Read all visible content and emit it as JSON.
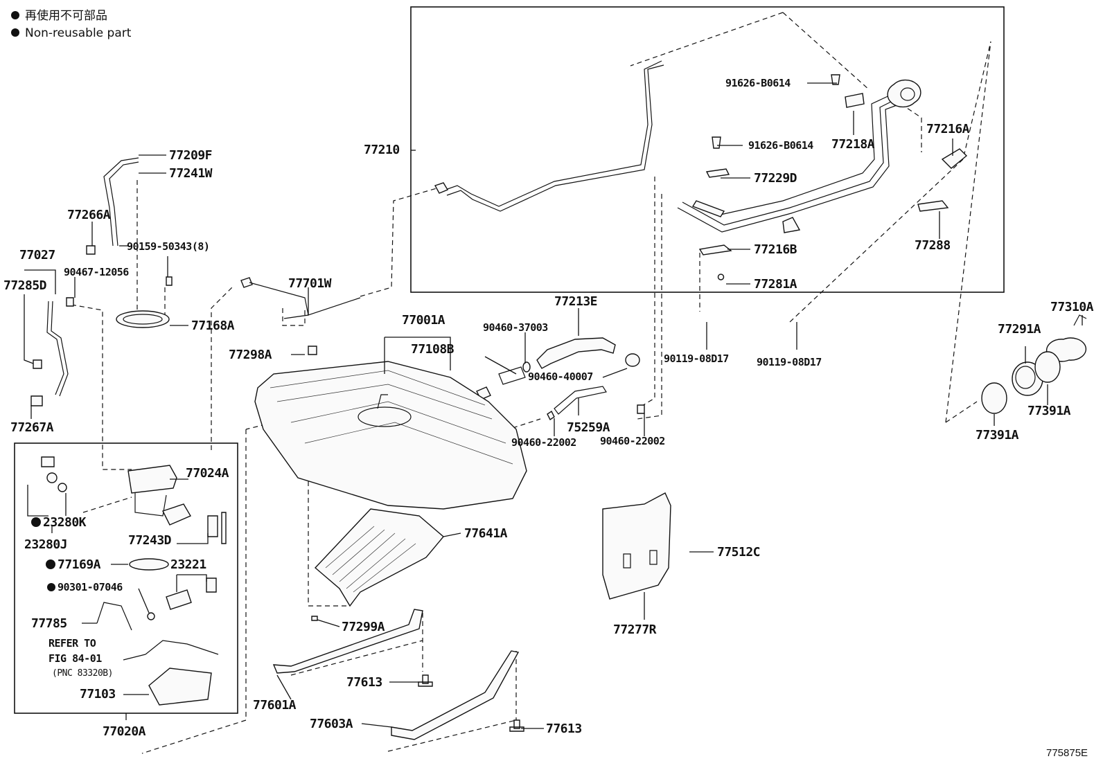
{
  "legend": {
    "title_jp": "再使用不可部品",
    "title_en": "Non-reusable part"
  },
  "figure_id": "775875E",
  "refer_note": {
    "line1": "REFER TO",
    "line2": "FIG 84-01",
    "line3": "(PNC 83320B)"
  },
  "labels": {
    "p77209F": "77209F",
    "p77241W": "77241W",
    "p77266A": "77266A",
    "p90159": "90159-50343(8)",
    "p77027": "77027",
    "p77285D": "77285D",
    "p90467": "90467-12056",
    "p77168A": "77168A",
    "p77267A": "77267A",
    "p77701W": "77701W",
    "p77298A": "77298A",
    "p77210": "77210",
    "p91626a": "91626-B0614",
    "p91626b": "91626-B0614",
    "p77218A": "77218A",
    "p77216A": "77216A",
    "p77229D": "77229D",
    "p77216B": "77216B",
    "p77288": "77288",
    "p77281A": "77281A",
    "p77213E": "77213E",
    "p77001A": "77001A",
    "p90460_37003": "90460-37003",
    "p77108B": "77108B",
    "p90460_40007": "90460-40007",
    "p90119a": "90119-08D17",
    "p90119b": "90119-08D17",
    "p75259A": "75259A",
    "p90460_22002a": "90460-22002",
    "p90460_22002b": "90460-22002",
    "p77310A": "77310A",
    "p77291A": "77291A",
    "p77391A_a": "77391A",
    "p77391A_b": "77391A",
    "p77024A": "77024A",
    "p23280K": "23280K",
    "p23280J": "23280J",
    "p77243D": "77243D",
    "p77169A": "77169A",
    "p23221": "23221",
    "p90301": "90301-07046",
    "p77785": "77785",
    "p77103": "77103",
    "p77020A": "77020A",
    "p77641A": "77641A",
    "p77512C": "77512C",
    "p77277R": "77277R",
    "p77299A": "77299A",
    "p77613a": "77613",
    "p77613b": "77613",
    "p77601A": "77601A",
    "p77603A": "77603A"
  }
}
